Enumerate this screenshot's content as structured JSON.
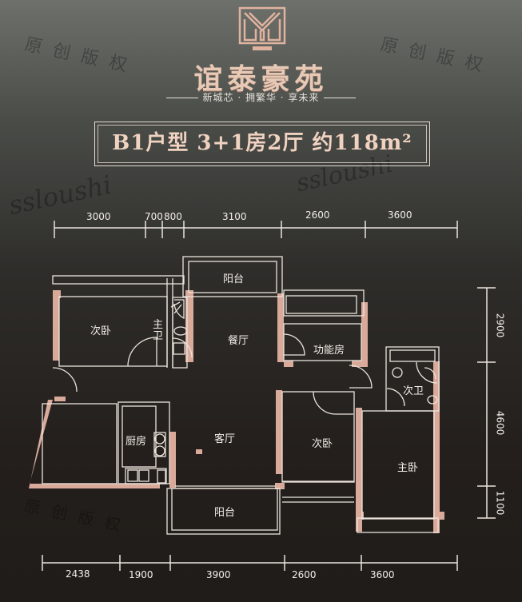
{
  "header": {
    "logo_icon": "YM-monogram",
    "brand_name": "谊泰豪苑",
    "slogan": "新城芯 · 拥繁华 · 享未来"
  },
  "unit_title": "B1户型  3+1房2厅  约118m²",
  "dimensions": {
    "top": [
      "3000",
      "700",
      "800",
      "3100",
      "2600",
      "3600"
    ],
    "bottom": [
      "2438",
      "1900",
      "3900",
      "2600",
      "3600"
    ],
    "right": [
      "2900",
      "4600",
      "1100"
    ]
  },
  "rooms": {
    "balcony_top": "阳台",
    "second_bedroom_1": "次卧",
    "master_bath": "主卫",
    "dining": "餐厅",
    "function_room": "功能房",
    "second_bath": "次卫",
    "kitchen": "厨房",
    "living": "客厅",
    "second_bedroom_2": "次卧",
    "master_bedroom": "主卧",
    "balcony_bottom": "阳台"
  },
  "watermarks": {
    "copyright": "原创版权",
    "latin": "ssloushi"
  },
  "colors": {
    "wall": "#d9a99a",
    "line": "#efe7df",
    "text_accent": "#f0d2c1",
    "background": "#2b2825"
  }
}
